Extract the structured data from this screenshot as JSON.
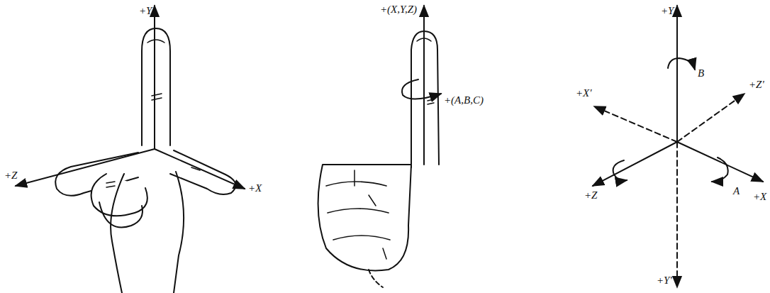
{
  "diagram": {
    "labels": [
      "+Y",
      "+Z",
      "+X",
      "+(X,Y,Z)",
      "+(A,B,C)",
      "+Y",
      "B",
      "+X'",
      "+Z'",
      "+Z",
      "A",
      "+X",
      "+Y'"
    ]
  }
}
